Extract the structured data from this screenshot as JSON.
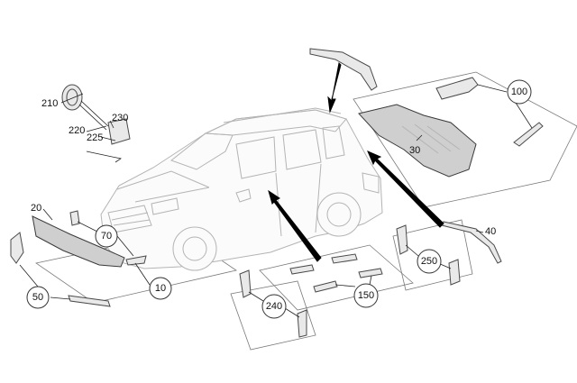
{
  "callouts": {
    "c10": "10",
    "c20": "20",
    "c30": "30",
    "c40": "40",
    "c50": "50",
    "c70": "70",
    "c100": "100",
    "c150": "150",
    "c210": "210",
    "c220": "220",
    "c225": "225",
    "c230": "230",
    "c240": "240",
    "c250": "250"
  }
}
